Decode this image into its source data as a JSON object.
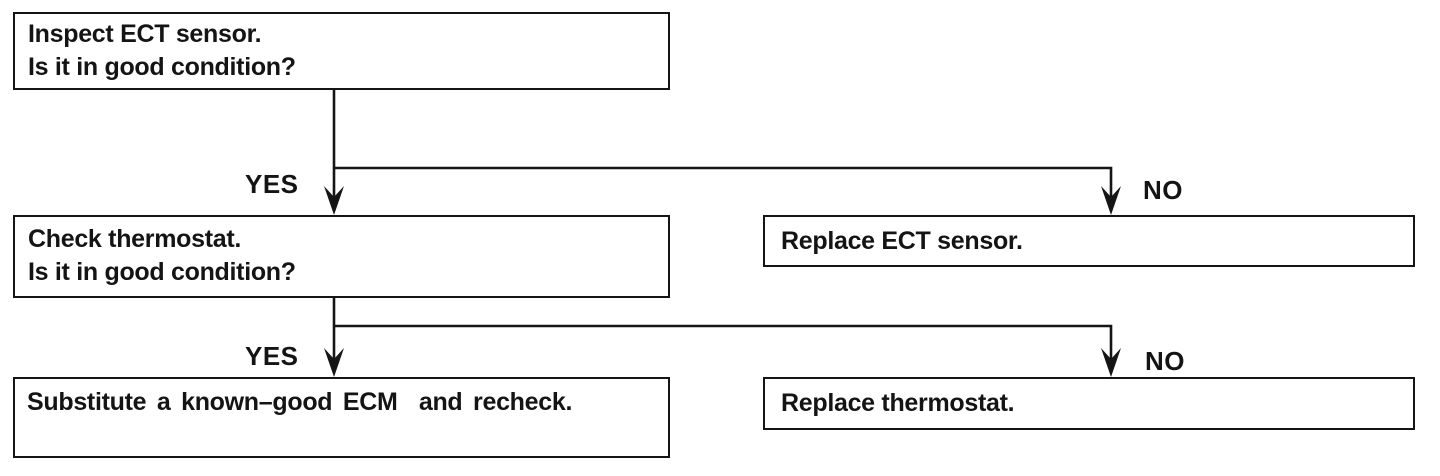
{
  "page": {
    "background": "#ffffff",
    "ink": "#141414"
  },
  "flowchart": {
    "boxes": {
      "inspect_ect": {
        "line1": "Inspect ECT sensor.",
        "line2": "Is it in good condition?"
      },
      "check_thermostat": {
        "line1": "Check thermostat.",
        "line2": "Is it in good condition?"
      },
      "replace_ect": {
        "line1": "Replace ECT sensor."
      },
      "substitute_ecm": {
        "line1": "Substitute a known–good ECM  and recheck."
      },
      "replace_thermostat": {
        "line1": "Replace thermostat."
      }
    },
    "branch_labels": {
      "row1_yes": "YES",
      "row1_no": "NO",
      "row2_yes": "YES",
      "row2_no": "NO"
    }
  }
}
